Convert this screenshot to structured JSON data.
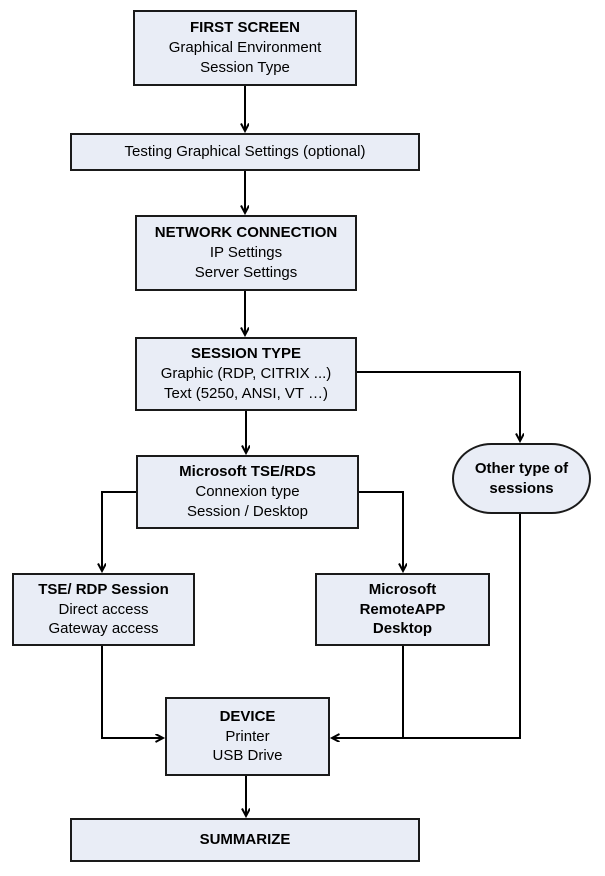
{
  "diagram": {
    "title": "Session configuration wizard flowchart",
    "colors": {
      "node_fill": "#e9edf6",
      "node_border": "#1a1a1a",
      "connector": "#000000",
      "background": "#ffffff",
      "text": "#000000"
    },
    "nodes": [
      {
        "id": "first-screen",
        "shape": "rectangle",
        "lines": [
          {
            "text": "FIRST SCREEN",
            "bold": true
          },
          {
            "text": "Graphical Environment",
            "bold": false
          },
          {
            "text": "Session Type",
            "bold": false
          }
        ]
      },
      {
        "id": "testing",
        "shape": "rectangle",
        "lines": [
          {
            "text": "Testing Graphical Settings (optional)",
            "bold": false
          }
        ]
      },
      {
        "id": "network",
        "shape": "rectangle",
        "lines": [
          {
            "text": "NETWORK CONNECTION",
            "bold": true
          },
          {
            "text": "IP Settings",
            "bold": false
          },
          {
            "text": "Server Settings",
            "bold": false
          }
        ]
      },
      {
        "id": "session-type",
        "shape": "rectangle",
        "lines": [
          {
            "text": "SESSION TYPE",
            "bold": true
          },
          {
            "text": "Graphic (RDP, CITRIX ...)",
            "bold": false
          },
          {
            "text": "Text (5250, ANSI, VT …)",
            "bold": false
          }
        ]
      },
      {
        "id": "tse-rds",
        "shape": "rectangle",
        "lines": [
          {
            "text": "Microsoft TSE/RDS",
            "bold": true
          },
          {
            "text": "Connexion type",
            "bold": false
          },
          {
            "text": "Session / Desktop",
            "bold": false
          }
        ]
      },
      {
        "id": "other-sessions",
        "shape": "rounded-stadium",
        "lines": [
          {
            "text": "Other type of",
            "bold": true
          },
          {
            "text": "sessions",
            "bold": true
          }
        ]
      },
      {
        "id": "tse-rdp",
        "shape": "rectangle",
        "lines": [
          {
            "text": "TSE/ RDP Session",
            "bold": true
          },
          {
            "text": "Direct access",
            "bold": false
          },
          {
            "text": "Gateway access",
            "bold": false
          }
        ]
      },
      {
        "id": "remoteapp",
        "shape": "rectangle",
        "lines": [
          {
            "text": "Microsoft",
            "bold": true
          },
          {
            "text": "RemoteAPP",
            "bold": true
          },
          {
            "text": "Desktop",
            "bold": true
          }
        ]
      },
      {
        "id": "device",
        "shape": "rectangle",
        "lines": [
          {
            "text": "DEVICE",
            "bold": true
          },
          {
            "text": "Printer",
            "bold": false
          },
          {
            "text": "USB Drive",
            "bold": false
          }
        ]
      },
      {
        "id": "summarize",
        "shape": "rectangle",
        "lines": [
          {
            "text": "SUMMARIZE",
            "bold": true
          }
        ]
      }
    ],
    "edges": [
      {
        "id": "first-screen-to-testing",
        "from": "first-screen",
        "to": "testing",
        "arrow": true
      },
      {
        "id": "testing-to-network",
        "from": "testing",
        "to": "network",
        "arrow": true
      },
      {
        "id": "network-to-session-type",
        "from": "network",
        "to": "session-type",
        "arrow": true
      },
      {
        "id": "session-type-to-tse-rds",
        "from": "session-type",
        "to": "tse-rds",
        "arrow": true
      },
      {
        "id": "session-type-to-other-sessions",
        "from": "session-type",
        "to": "other-sessions",
        "arrow": true
      },
      {
        "id": "tse-rds-to-tse-rdp",
        "from": "tse-rds",
        "to": "tse-rdp",
        "arrow": true
      },
      {
        "id": "tse-rds-to-remoteapp",
        "from": "tse-rds",
        "to": "remoteapp",
        "arrow": true
      },
      {
        "id": "tse-rdp-to-device",
        "from": "tse-rdp",
        "to": "device",
        "arrow": true
      },
      {
        "id": "remoteapp-to-device",
        "from": "remoteapp",
        "to": "device",
        "arrow": true
      },
      {
        "id": "other-sessions-to-device",
        "from": "other-sessions",
        "to": "device",
        "arrow": true
      },
      {
        "id": "device-to-summarize",
        "from": "device",
        "to": "summarize",
        "arrow": true
      }
    ]
  }
}
